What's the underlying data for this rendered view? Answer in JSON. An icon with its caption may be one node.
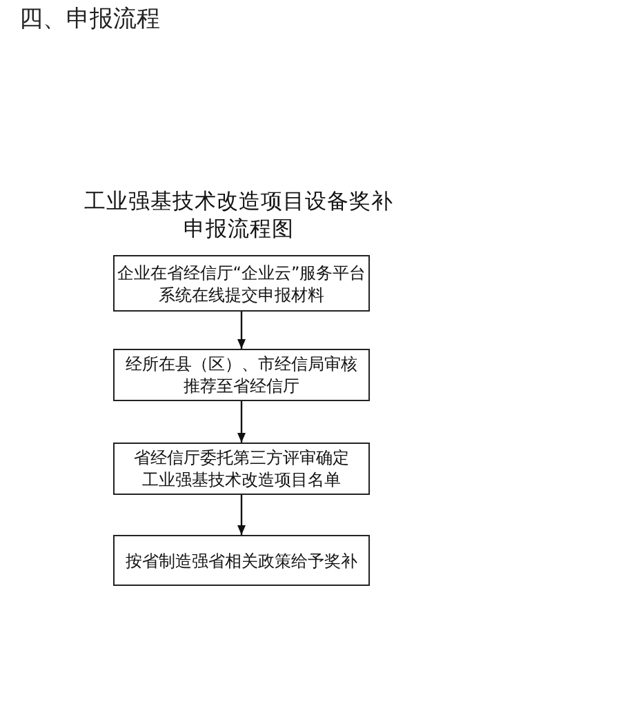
{
  "diagram": {
    "title": "工业强基技术改造项目设备奖补申报流程图",
    "nodes": [
      {
        "text": [
          "企业在省经信厅“企业云”服务平台系统在线提交申报材料"
        ]
      },
      {
        "text": [
          "经所在县（区）、市经信局审核推荐至省经信厅"
        ]
      },
      {
        "text": [
          "省经信厅委托第三方评审确定工业强基技术改造项目名单"
        ]
      },
      {
        "text": [
          "按省制造强省相关政策给予奖补"
        ]
      }
    ],
    "edges": [
      {
        "from": 0,
        "to": 1,
        "arrow": "to"
      },
      {
        "from": 1,
        "to": 2,
        "arrow": "to"
      },
      {
        "from": 2,
        "to": 3,
        "arrow": "to"
      }
    ],
    "labels": [
      "四、申报流程"
    ]
  }
}
